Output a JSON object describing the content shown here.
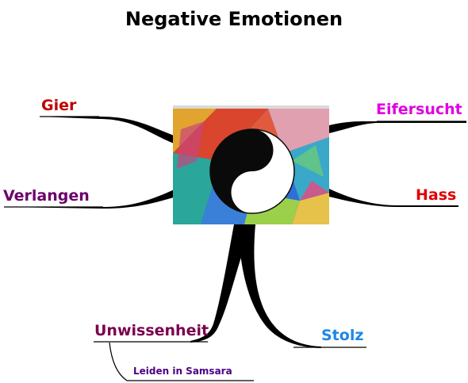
{
  "title": "Negative Emotionen",
  "center": {
    "image": "yin-yang-on-colorful-canvas"
  },
  "branches": [
    {
      "id": "gier",
      "label": "Gier",
      "color": "#c00000"
    },
    {
      "id": "verlangen",
      "label": "Verlangen",
      "color": "#6b006b"
    },
    {
      "id": "eifersucht",
      "label": "Eifersucht",
      "color": "#e000e0"
    },
    {
      "id": "hass",
      "label": "Hass",
      "color": "#e00000"
    },
    {
      "id": "unwissenheit",
      "label": "Unwissenheit",
      "color": "#7a004f",
      "children": [
        {
          "id": "leiden",
          "label": "Leiden in Samsara",
          "color": "#4b0082"
        }
      ]
    },
    {
      "id": "stolz",
      "label": "Stolz",
      "color": "#1e88e5"
    }
  ],
  "colors": {
    "branch_stroke": "#000000",
    "underline": "#000000",
    "center_frame_top": "#d9d9d9"
  }
}
